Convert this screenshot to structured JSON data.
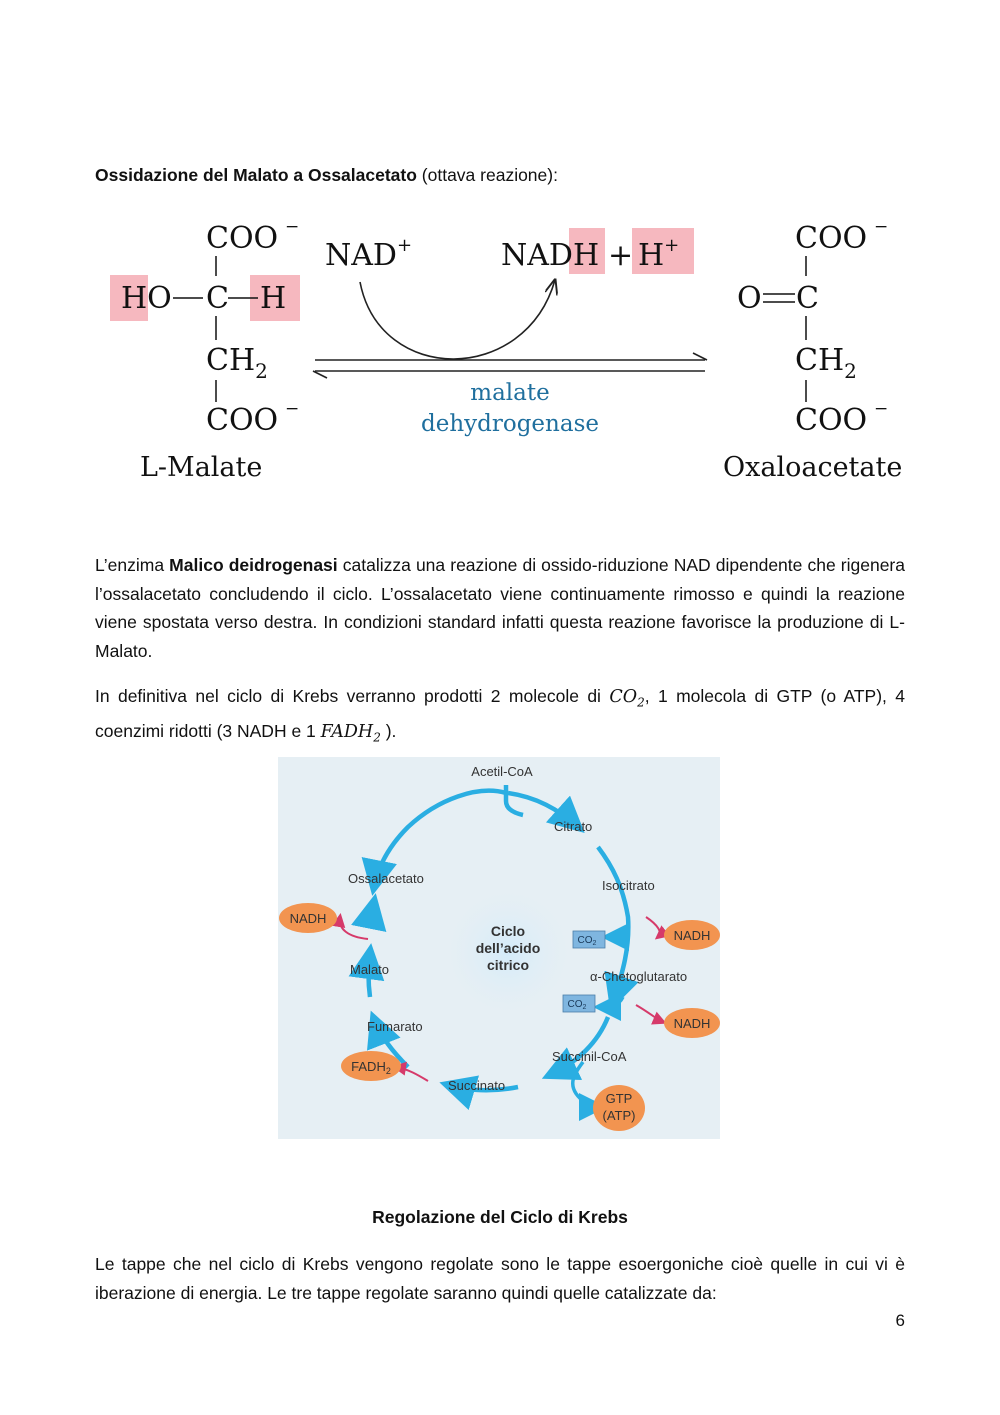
{
  "section1": {
    "title_bold": "Ossidazione del Malato a Ossalacetato",
    "title_rest": " (ottava reazione):"
  },
  "reaction": {
    "left": {
      "top": "COO",
      "ho": "HO",
      "c": "C",
      "h": "H",
      "ch2": "CH",
      "sub2": "2",
      "bottom": "COO",
      "minus": "−",
      "name": "L-Malate"
    },
    "right": {
      "top": "COO",
      "o": "O",
      "c": "C",
      "ch2": "CH",
      "sub2": "2",
      "bottom": "COO",
      "minus": "−",
      "name": "Oxaloacetate"
    },
    "nad": "NAD",
    "plus_sup": "+",
    "nadh_part1": "NAD",
    "nadh_part2": "H",
    "plus": "+",
    "h_plus": "H",
    "enzyme_line1": "malate",
    "enzyme_line2": "dehydrogenase"
  },
  "paragraph1": {
    "before": "L’enzima ",
    "bold": "Malico deidrogenasi",
    "after": " catalizza una reazione di ossido-riduzione NAD dipendente che rigenera l’ossalacetato concludendo il ciclo. L’ossalacetato viene continuamente rimosso e quindi la reazione viene spostata verso destra. In condizioni standard infatti questa reazione favorisce la produzione di L-Malato."
  },
  "paragraph2": {
    "part1": "In definitiva nel ciclo di Krebs verranno prodotti 2 molecole di ",
    "co2_main": "CO",
    "co2_sub": "2",
    "part2": ", 1 molecola di GTP (o ATP), 4 coenzimi ridotti (3 NADH e 1 ",
    "fadh2_main": "FADH",
    "fadh2_sub": "2",
    "part3": " )."
  },
  "cycle": {
    "center_line1": "Ciclo",
    "center_line2": "dell’acido",
    "center_line3": "citrico",
    "acetil": "Acetil-CoA",
    "citrato": "Citrato",
    "isocitrato": "Isocitrato",
    "chetoglutarato": "α-Chetoglutarato",
    "succinil": "Succinil-CoA",
    "succinato": "Succinato",
    "fumarato": "Fumarato",
    "malato": "Malato",
    "ossalacetato": "Ossalacetato",
    "nadh": "NADH",
    "fadh_main": "FADH",
    "fadh_sub": "2",
    "co2_main": "CO",
    "co2_sub": "2",
    "gtp": "GTP",
    "atp": "(ATP)",
    "colors": {
      "arrow": "#2aaee2",
      "oval": "#f29450",
      "side_arrow": "#d63a6a",
      "co2_box": "#7fb6e0",
      "bg": "#e6eff4"
    }
  },
  "section2": {
    "title": "Regolazione del Ciclo di Krebs"
  },
  "paragraph3": {
    "text": "Le tappe che nel ciclo di Krebs vengono regolate sono le tappe esoergoniche cioè quelle in cui vi è iberazione di energia. Le tre tappe regolate saranno quindi quelle catalizzate da:"
  },
  "page_number": "6"
}
